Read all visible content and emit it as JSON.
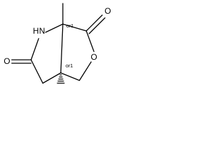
{
  "molecule": {
    "atoms": {
      "nh": "N",
      "nh_h": "H",
      "o_carbonyl_left": "O",
      "o_carbonyl_right": "O",
      "o_ring": "O"
    },
    "stereo_labels": {
      "c6a": "or1",
      "c3a": "or1"
    },
    "colors": {
      "ink": "#000000",
      "background": "#ffffff"
    }
  }
}
